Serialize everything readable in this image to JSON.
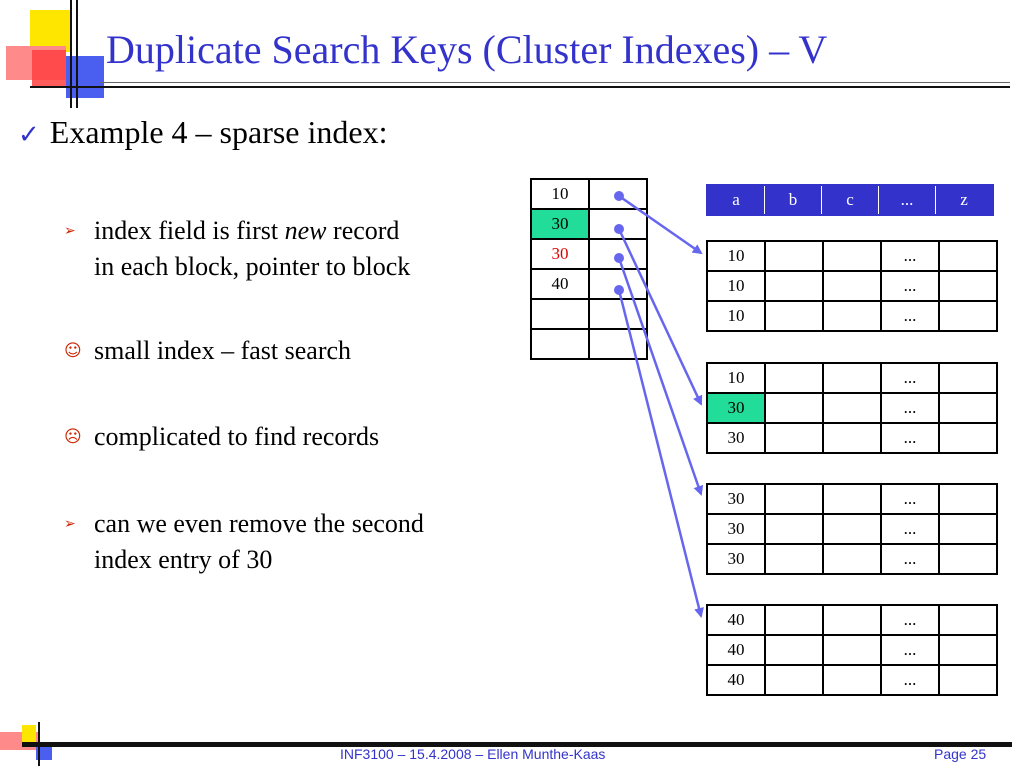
{
  "slide": {
    "title": "Duplicate Search Keys (Cluster Indexes) – V",
    "bullet": "Example 4 – sparse index:",
    "sub_bullets": [
      {
        "icon": "arrow-right",
        "glyph": "➢",
        "lines": [
          "index field is first ",
          "new",
          " record",
          "in each block, pointer to block"
        ]
      },
      {
        "icon": "smiley-face",
        "glyph": "☺",
        "text": "small index – fast search"
      },
      {
        "icon": "frown-face",
        "glyph": "☹",
        "text": "complicated to find records"
      },
      {
        "icon": "arrow-right",
        "glyph": "➢",
        "lines2": [
          "can we even remove the second",
          "index entry of 30"
        ]
      }
    ]
  },
  "index_table": {
    "keys": [
      "10",
      "30",
      "30",
      "40",
      "",
      ""
    ],
    "highlight_row": 1,
    "red_row": 2
  },
  "record_header": [
    "a",
    "b",
    "c",
    "...",
    "z"
  ],
  "blocks": [
    {
      "keys": [
        "10",
        "10",
        "10"
      ],
      "dots": "..."
    },
    {
      "keys": [
        "10",
        "30",
        "30"
      ],
      "dots": "...",
      "highlight_row": 1
    },
    {
      "keys": [
        "30",
        "30",
        "30"
      ],
      "dots": "..."
    },
    {
      "keys": [
        "40",
        "40",
        "40"
      ],
      "dots": "..."
    }
  ],
  "colors": {
    "accent": "#3333cc",
    "highlight": "#22dd99",
    "arrow": "#6666ee",
    "red": "#dd0000"
  },
  "footer": {
    "center": "INF3100 – 15.4.2008 – Ellen Munthe-Kaas",
    "right": "Page 25"
  }
}
